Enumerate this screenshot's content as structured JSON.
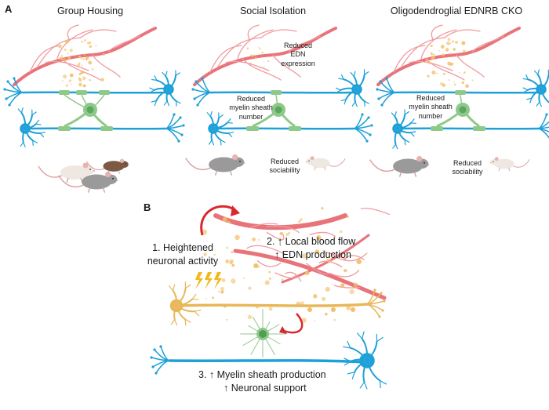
{
  "colors": {
    "vessel": "#e8747a",
    "vessel_light": "#f09aa0",
    "edn_particle": "#f2c06a",
    "neuron_blue": "#1ea0d8",
    "oligodendrocyte": "#8fc98a",
    "oligo_nucleus": "#4f9e52",
    "neuron_yellow": "#e8b75a",
    "activity_bolt": "#f2b81e",
    "arrow_red": "#d9282f",
    "mouse_gray": "#9a9a9a",
    "mouse_white": "#efe7e2",
    "mouse_brown": "#7a5a44",
    "tail_pink": "#e0a0a0"
  },
  "panel_a": {
    "label": "A",
    "columns": [
      {
        "title": "Group Housing",
        "annotations": [],
        "edn_level": "normal",
        "myelin_sheaths": 5,
        "mice": [
          "white",
          "gray",
          "brown"
        ]
      },
      {
        "title": "Social Isolation",
        "annotations": {
          "edn": [
            "Reduced",
            "EDN",
            "expression"
          ],
          "myelin": [
            "Reduced",
            "myelin sheath",
            "number"
          ],
          "sociability": [
            "Reduced",
            "sociability"
          ]
        },
        "edn_level": "reduced",
        "myelin_sheaths": 3,
        "mice": [
          "gray",
          "white"
        ]
      },
      {
        "title": "Oligodendroglial EDNRB CKO",
        "annotations": {
          "myelin": [
            "Reduced",
            "myelin sheath",
            "number"
          ],
          "sociability": [
            "Reduced",
            "sociability"
          ]
        },
        "edn_level": "normal",
        "myelin_sheaths": 3,
        "mice": [
          "gray",
          "white"
        ]
      }
    ]
  },
  "panel_b": {
    "label": "B",
    "step1": [
      "1. Heightened",
      "neuronal activity"
    ],
    "step2": [
      "2. ↑ Local blood flow",
      "↑ EDN production"
    ],
    "step3": [
      "3. ↑ Myelin sheath production",
      "↑ Neuronal support"
    ]
  }
}
